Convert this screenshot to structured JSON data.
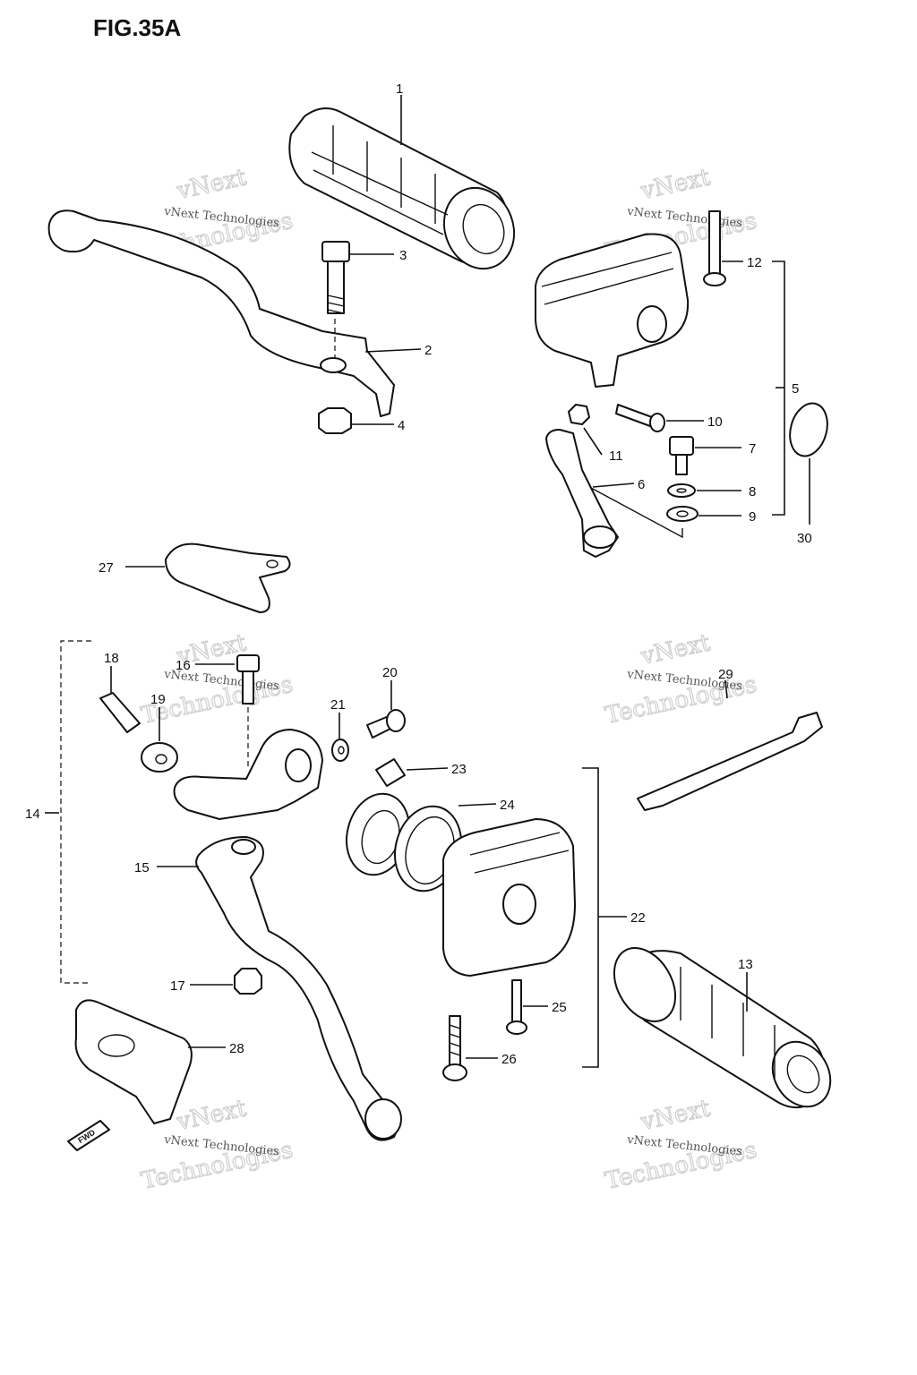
{
  "figure": {
    "title": "FIG.35A",
    "fwd_marker": "FWD"
  },
  "watermark": {
    "line_big_1": "vNext",
    "line_big_2": "Technologies",
    "line_small": "vNext Technologies"
  },
  "callouts": [
    {
      "id": "c1",
      "label": "1"
    },
    {
      "id": "c2",
      "label": "2"
    },
    {
      "id": "c3",
      "label": "3"
    },
    {
      "id": "c4",
      "label": "4"
    },
    {
      "id": "c5",
      "label": "5"
    },
    {
      "id": "c6",
      "label": "6"
    },
    {
      "id": "c7",
      "label": "7"
    },
    {
      "id": "c8",
      "label": "8"
    },
    {
      "id": "c9",
      "label": "9"
    },
    {
      "id": "c10",
      "label": "10"
    },
    {
      "id": "c11",
      "label": "11"
    },
    {
      "id": "c12",
      "label": "12"
    },
    {
      "id": "c13",
      "label": "13"
    },
    {
      "id": "c14",
      "label": "14"
    },
    {
      "id": "c15",
      "label": "15"
    },
    {
      "id": "c16",
      "label": "16"
    },
    {
      "id": "c17",
      "label": "17"
    },
    {
      "id": "c18",
      "label": "18"
    },
    {
      "id": "c19",
      "label": "19"
    },
    {
      "id": "c20",
      "label": "20"
    },
    {
      "id": "c21",
      "label": "21"
    },
    {
      "id": "c22",
      "label": "22"
    },
    {
      "id": "c23",
      "label": "23"
    },
    {
      "id": "c24",
      "label": "24"
    },
    {
      "id": "c25",
      "label": "25"
    },
    {
      "id": "c26",
      "label": "26"
    },
    {
      "id": "c27",
      "label": "27"
    },
    {
      "id": "c28",
      "label": "28"
    },
    {
      "id": "c29",
      "label": "29"
    },
    {
      "id": "c30",
      "label": "30"
    }
  ]
}
